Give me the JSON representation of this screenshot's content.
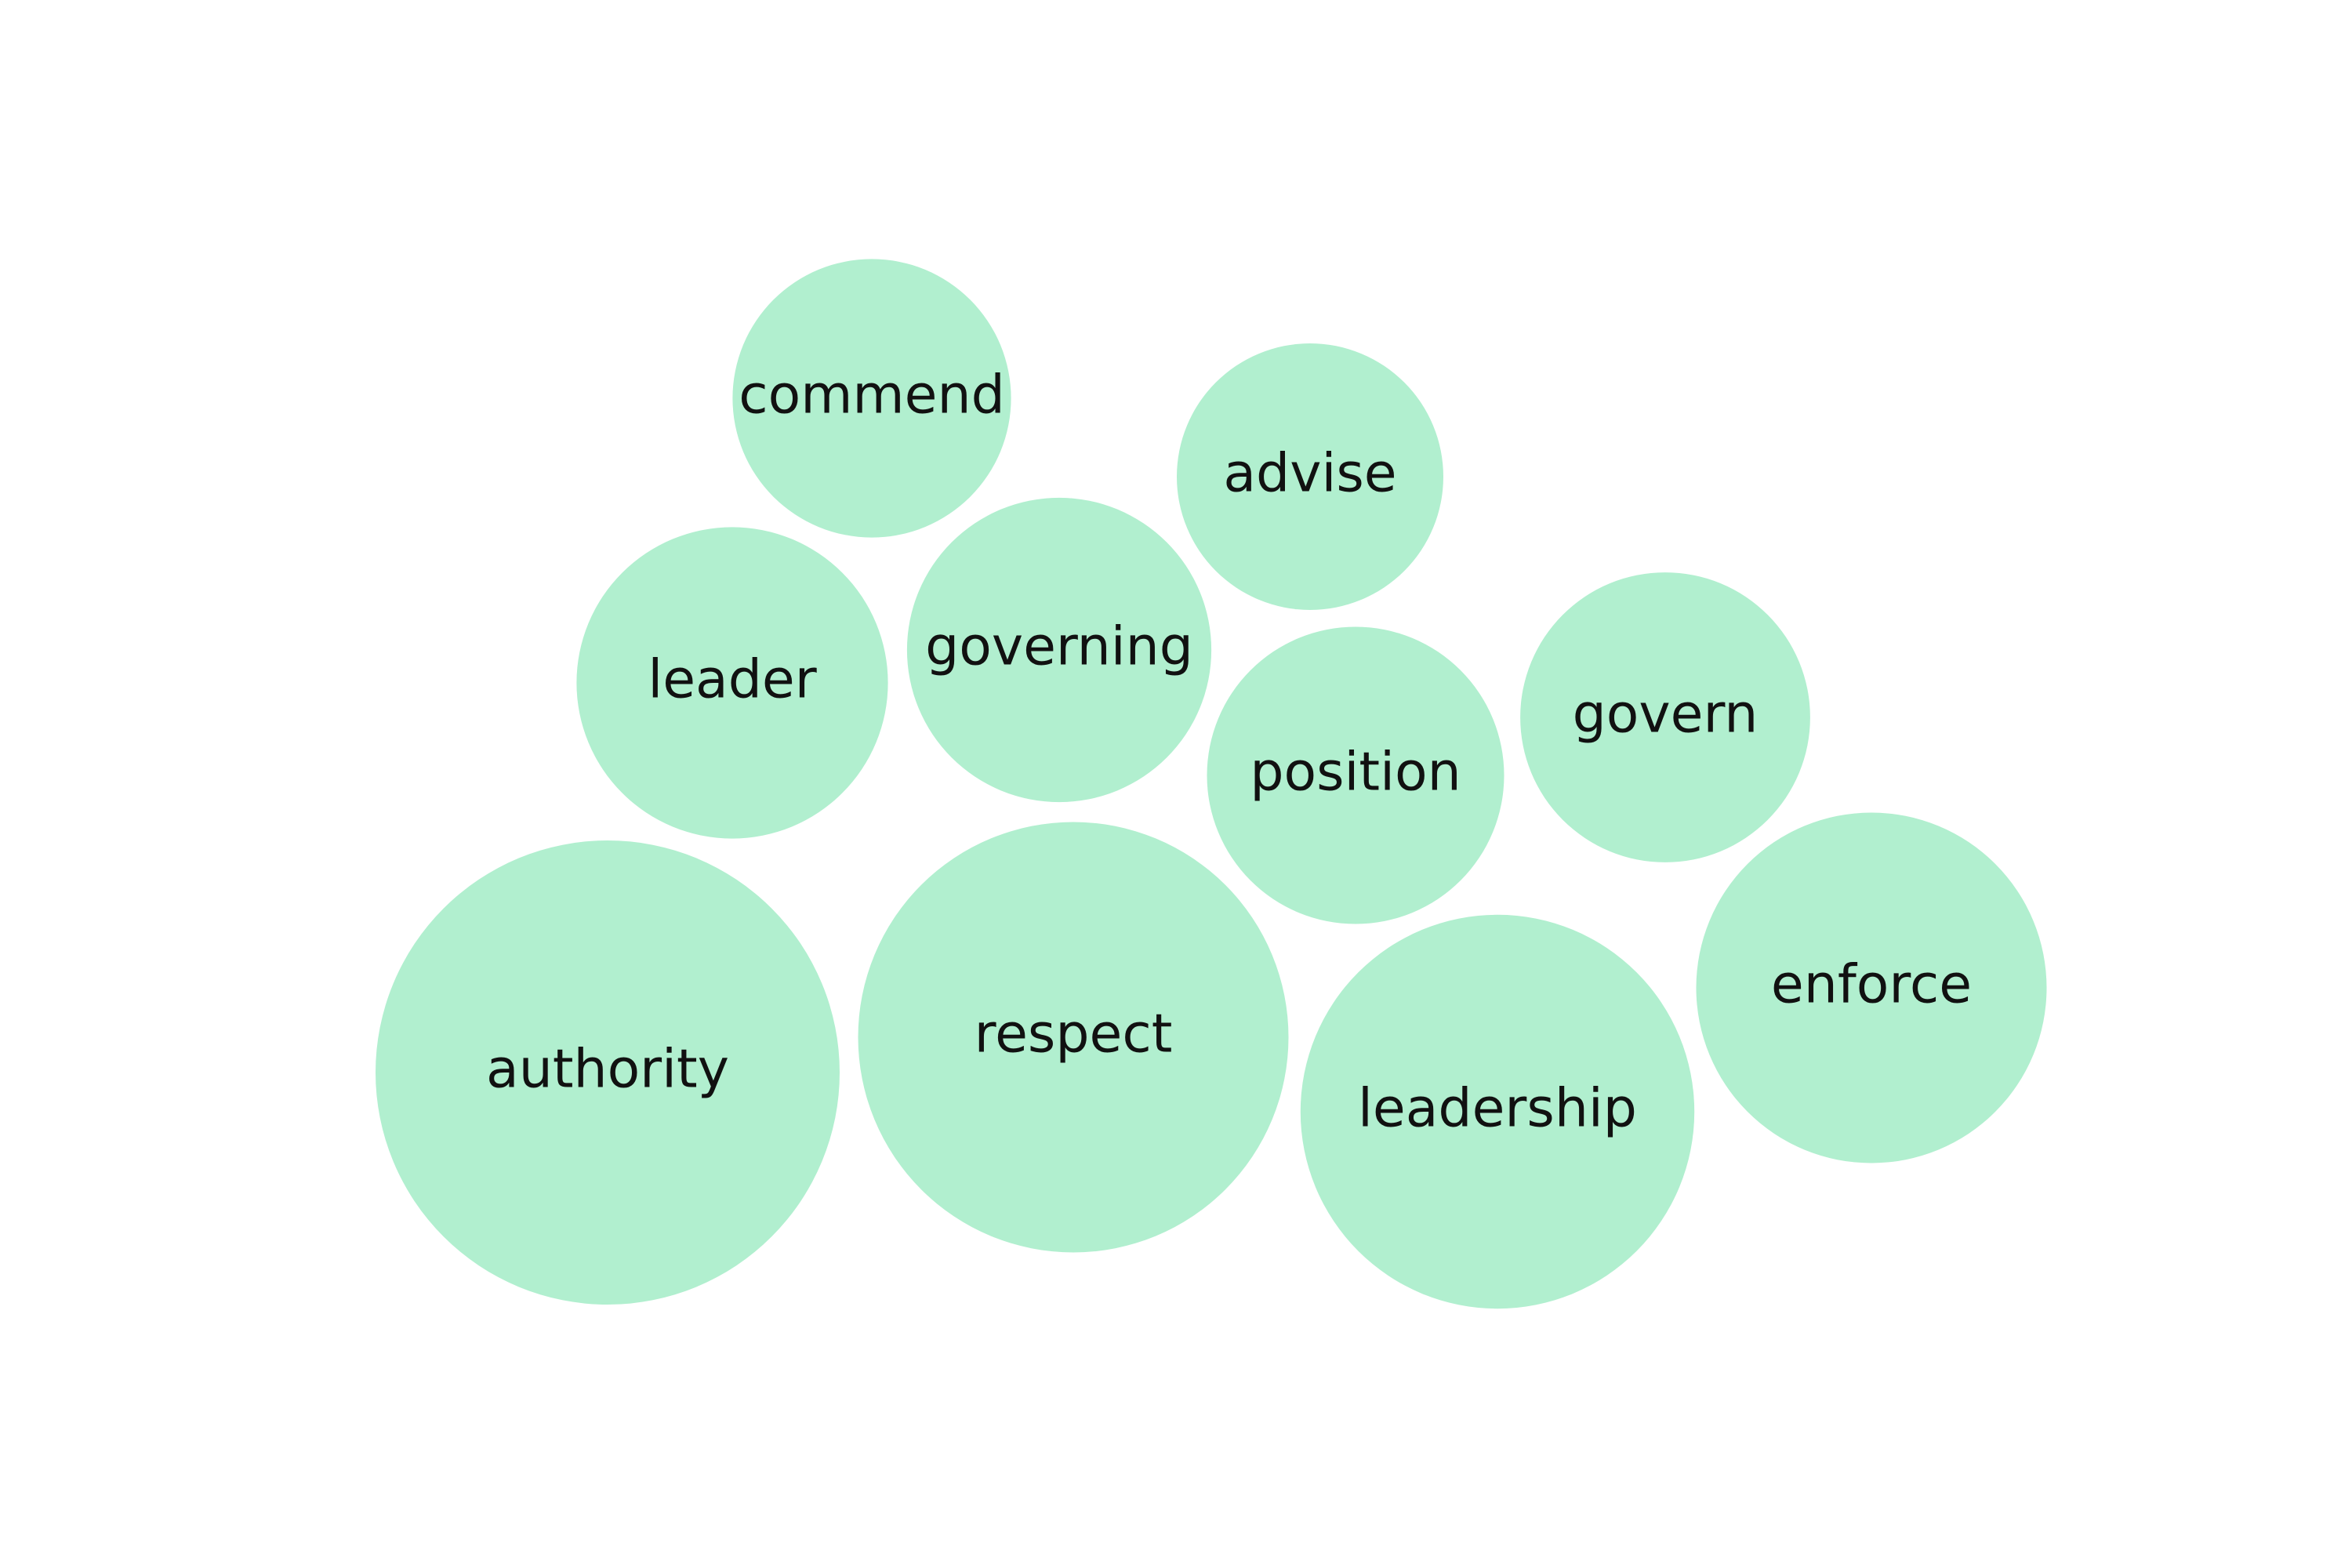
{
  "chart_data": {
    "type": "bubble",
    "title": "",
    "xlabel": "",
    "ylabel": "",
    "grid": false,
    "legend": "none",
    "color": "#b1efcf",
    "items": [
      {
        "label": "authority",
        "value": 100
      },
      {
        "label": "respect",
        "value": 86
      },
      {
        "label": "leadership",
        "value": 72
      },
      {
        "label": "enforce",
        "value": 57
      },
      {
        "label": "leader",
        "value": 45
      },
      {
        "label": "governing",
        "value": 43
      },
      {
        "label": "position",
        "value": 41
      },
      {
        "label": "govern",
        "value": 39
      },
      {
        "label": "commend",
        "value": 36
      },
      {
        "label": "advise",
        "value": 33
      }
    ]
  }
}
